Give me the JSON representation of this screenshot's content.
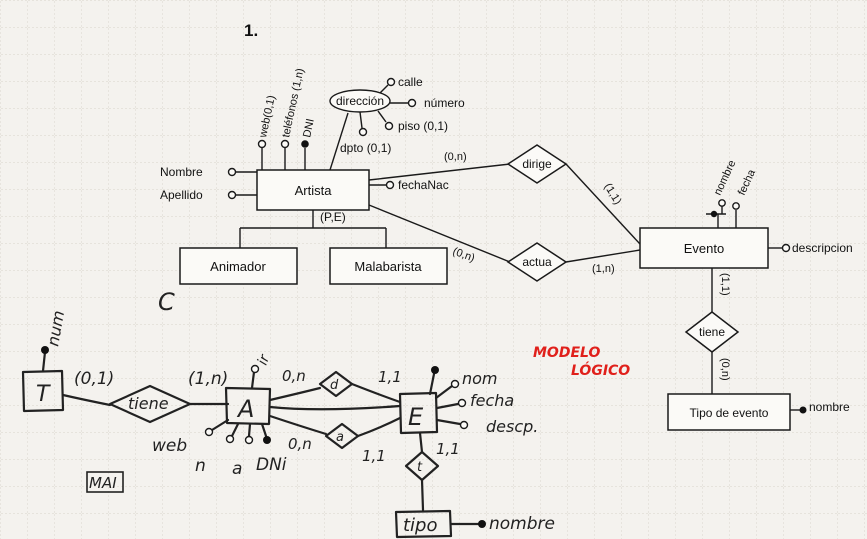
{
  "diagram": {
    "section_number": "1.",
    "entities": {
      "artista": "Artista",
      "animador": "Animador",
      "malabarista": "Malabarista",
      "evento": "Evento",
      "tipo_evento": "Tipo de evento"
    },
    "relationships": {
      "dirige": "dirige",
      "actua": "actua",
      "tiene": "tiene"
    },
    "attributes": {
      "nombre": "Nombre",
      "apellido": "Apellido",
      "web": "web(0,1)",
      "telefonos": "teléfonos (1,n)",
      "dni": "DNI",
      "direccion": "dirección",
      "calle": "calle",
      "numero": "número",
      "piso": "piso (0,1)",
      "dpto": "dpto (0,1)",
      "fechanac": "fechaNac",
      "evento_nombre": "nombre",
      "evento_fecha": "fecha",
      "descripcion": "descripcion",
      "tipo_nombre": "nombre"
    },
    "specialization": "(P,E)",
    "cardinalities": {
      "dirige_artista": "(0,n)",
      "dirige_evento": "(1,1)",
      "actua_artista": "(0,n)",
      "actua_evento": "(1,n)",
      "tiene_evento": "(1,1)",
      "tiene_tipo": "(0,n)"
    }
  },
  "handwritten": {
    "c_mark": "C",
    "modelo": "MODELO",
    "logico": "LÓGICO",
    "t_entity": "T",
    "t_attr": "num",
    "t_card": "(0,1)",
    "tiene_rel": "tiene",
    "a_entity": "A",
    "a_card": "(1,n)",
    "a_ir": "ir",
    "a_card_d": "0,n",
    "a_card_a": "0,n",
    "d_rel": "d",
    "a_rel": "a",
    "e_entity": "E",
    "e_card_d": "1,1",
    "e_card_a": "1,1",
    "e_card_t": "1,1",
    "e_nom": "nom",
    "e_fecha": "fecha",
    "e_descp": "descp.",
    "a_web": "web",
    "a_n": "n",
    "a_a": "a",
    "a_dni": "DNi",
    "t_rel": "t",
    "tipo_entity": "tipo",
    "tipo_nombre": "nombre",
    "mai_mark": "MAI"
  }
}
